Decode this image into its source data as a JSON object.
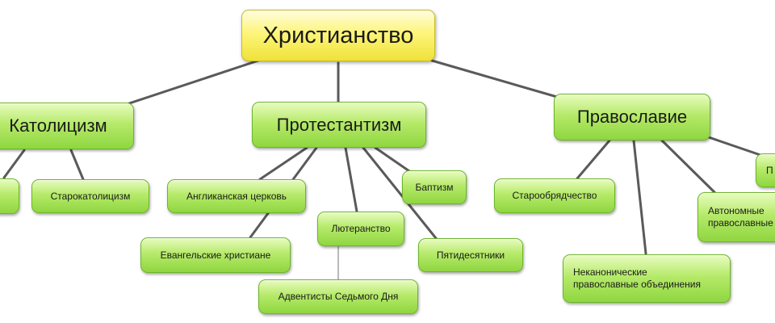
{
  "root": {
    "label": "Христианство"
  },
  "branches": {
    "catholicism": {
      "label": "Католицизм",
      "children": {
        "unnamed": "",
        "old_catholicism": "Старокатолицизм"
      }
    },
    "protestantism": {
      "label": "Протестантизм",
      "children": {
        "anglican": "Англиканская церковь",
        "evangelical": "Евангельские христиане",
        "lutheranism": "Лютеранство",
        "adventists": "Адвентисты Седьмого Дня",
        "baptism": "Баптизм",
        "pentecostals": "Пятидесятники"
      }
    },
    "orthodoxy": {
      "label": "Православие",
      "children": {
        "old_believers": "Старообрядчество",
        "noncanonical_line1": "Неканонические",
        "noncanonical_line2": "православные объединения",
        "autonomous_line1": "Автономные",
        "autonomous_line2": "православные",
        "clipped": "П"
      }
    }
  },
  "colors": {
    "root_fill": "#fdf57a",
    "node_fill": "#b6ea6a",
    "connector": "#5a5a5a"
  }
}
